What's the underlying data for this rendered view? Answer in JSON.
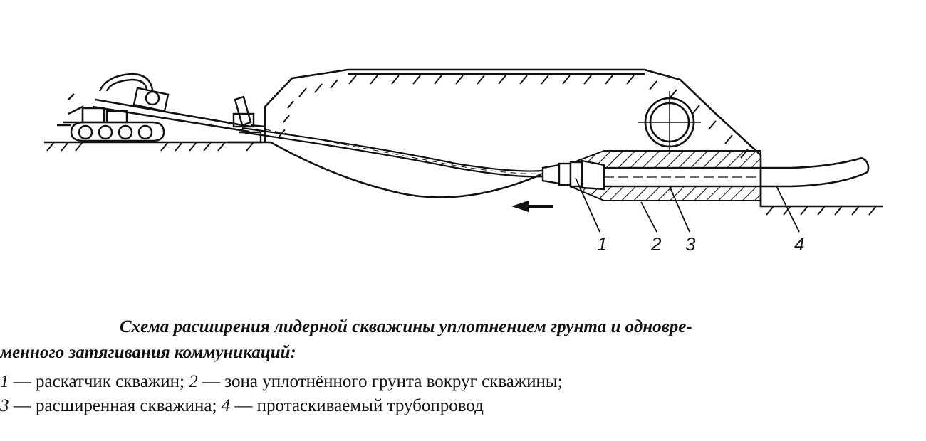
{
  "callouts": [
    "1",
    "2",
    "3",
    "4"
  ],
  "caption": {
    "title_line1": "Схема расширения лидерной скважины уплотнением грунта и одновре-",
    "title_line2": "менного  затягивания коммуникаций:",
    "legend": [
      {
        "num": "1",
        "text": " — раскатчик скважин; "
      },
      {
        "num": "2",
        "text": " — зона уплотнённого грунта вокруг скважины;"
      },
      {
        "num": "3",
        "text": " — расширенная скважина; "
      },
      {
        "num": "4",
        "text": "  — протаскиваемый трубопровод"
      }
    ]
  },
  "colors": {
    "ink": "#111111",
    "paper": "#ffffff"
  },
  "icons": [
    "tracked-drilling-rig-icon",
    "pull-direction-arrow-icon",
    "existing-pipe-icon"
  ]
}
